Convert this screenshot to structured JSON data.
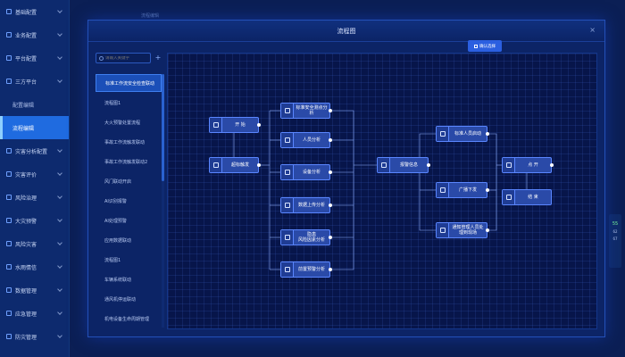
{
  "sidebar": {
    "items": [
      {
        "label": "基础配置",
        "type": "top"
      },
      {
        "label": "业务配置",
        "type": "top"
      },
      {
        "label": "平台配置",
        "type": "top"
      },
      {
        "label": "三方平台",
        "type": "top"
      },
      {
        "label": "配置编辑",
        "type": "sub"
      },
      {
        "label": "流程编辑",
        "type": "active"
      },
      {
        "label": "灾害分析配置",
        "type": "top"
      },
      {
        "label": "灾害评价",
        "type": "top"
      },
      {
        "label": "风险治理",
        "type": "top"
      },
      {
        "label": "大灾预警",
        "type": "top"
      },
      {
        "label": "风险灾害",
        "type": "top"
      },
      {
        "label": "水雨情信",
        "type": "top"
      },
      {
        "label": "数据管理",
        "type": "top"
      },
      {
        "label": "应急管理",
        "type": "top"
      },
      {
        "label": "防灾管理",
        "type": "top"
      }
    ]
  },
  "background": {
    "tab_label": "流程编辑"
  },
  "right_widget": {
    "percent": "55",
    "v1": "62",
    "v2": "67"
  },
  "modal": {
    "title": "流程图",
    "close_icon": "×",
    "search_placeholder": "请输入关键字",
    "add_icon": "+",
    "confirm_button": "确认选择",
    "flows": [
      "标准工作流安全检查联动",
      "流程图1",
      "大火预警处置流程",
      "事故工作流触发联动",
      "事故工作流触发联动2",
      "风门联动开启",
      "AI识别报警",
      "AI处理预警",
      "应用数据联动",
      "流程图1",
      "车辆系统联动",
      "通风机停运联动",
      "机电设备生命周期管理"
    ],
    "active_flow_index": 0
  },
  "nodes": {
    "start": "开 始",
    "trigger": "超标触发",
    "hazard": "标准安全测点分析",
    "personnel": "人员分析",
    "equipment": "设备分析",
    "data_upload": "数据上传分析",
    "risk": "隐患\n风险因素分析",
    "warning_analysis": "前置预警分析",
    "alarm_info": "报警信息",
    "notify_personnel": "标准人员启动",
    "broadcast": "广播下发",
    "notify_managers": "通知管理人员处理到现场",
    "gate": "点 开",
    "end": "结 束"
  },
  "colors": {
    "accent": "#2b5fe0",
    "node_bg": "#2a4aa8",
    "canvas_bg": "#07154a"
  }
}
